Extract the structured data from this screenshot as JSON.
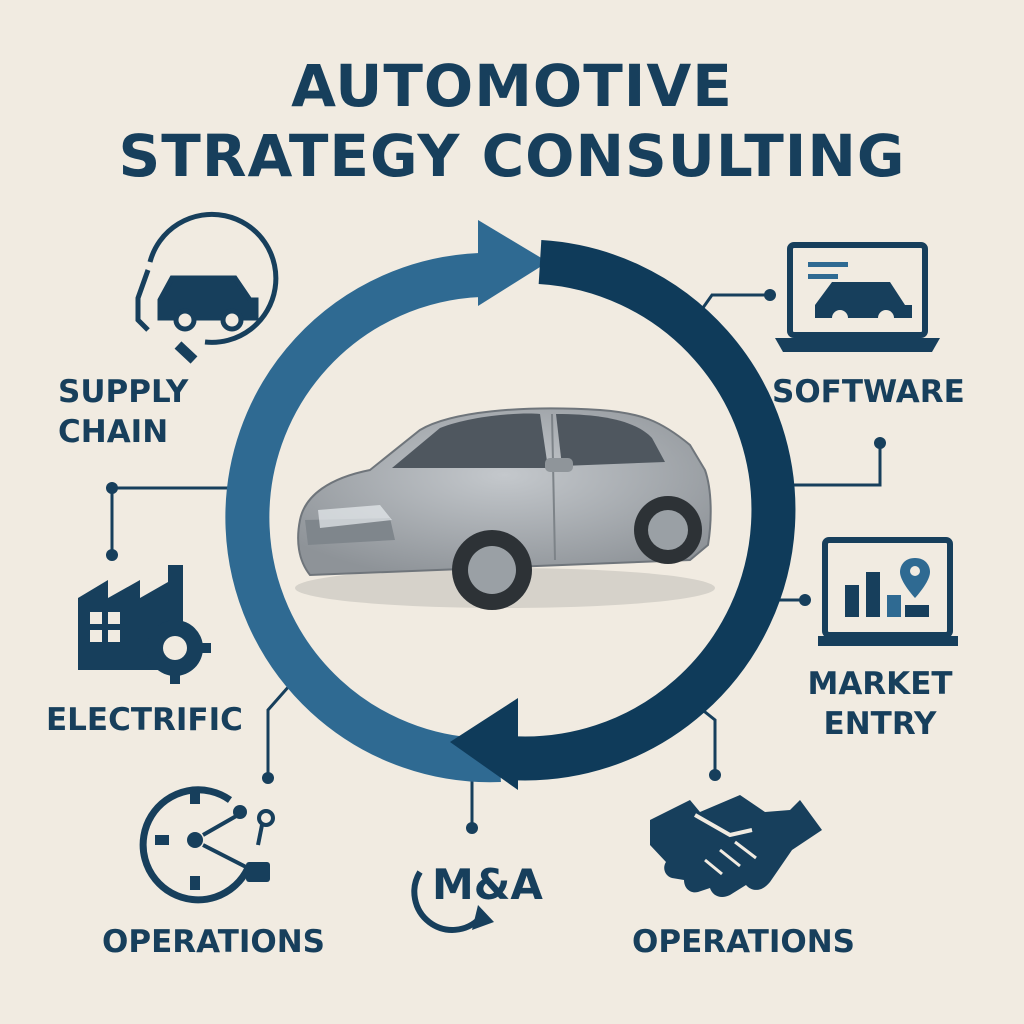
{
  "title": {
    "line1": "AUTOMOTIVE",
    "line2": "STRATEGY CONSULTING"
  },
  "labels": {
    "supply_chain": [
      "SUPPLY",
      "CHAIN"
    ],
    "software": "SOFTWARE",
    "electrific": "ELECTRIFIC",
    "market_entry": [
      "MARKET",
      "ENTRY"
    ],
    "operations_left": "OPERATIONS",
    "m_and_a": "M&A",
    "operations_right": "OPERATIONS"
  },
  "icons": {
    "supply_chain": "car-charging-icon",
    "software": "laptop-car-icon",
    "electrific": "factory-gear-icon",
    "market_entry": "monitor-chart-location-icon",
    "operations_left": "gear-network-icon",
    "m_and_a": "circular-arrow-icon",
    "operations_right": "handshake-icon",
    "center": "sedan-car-icon"
  },
  "colors": {
    "background": "#f1ebe1",
    "navy": "#173f5c",
    "arrow_dark": "#0f3b5a",
    "arrow_light": "#2f6a92",
    "car_body": "#a9adb1"
  }
}
